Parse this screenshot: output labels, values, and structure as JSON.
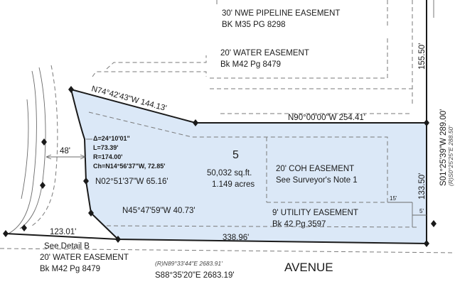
{
  "easements": {
    "pipeline": {
      "title": "30' NWE PIPELINE EASEMENT",
      "ref": "BK M35 PG 8298"
    },
    "water_north": {
      "title": "20' WATER EASEMENT",
      "ref": "Bk M42 Pg 8479"
    },
    "coh": {
      "title": "20' COH EASEMENT",
      "note": "See Surveyor's Note 1"
    },
    "utility": {
      "title": "9' UTILITY EASEMENT",
      "ref": "Bk 42 Pg 3597"
    },
    "water_south": {
      "title": "20' WATER EASEMENT",
      "ref": "Bk M42 Pg 8479"
    }
  },
  "lot": {
    "number": "5",
    "area_sqft": "50,032 sq.ft.",
    "area_acres": "1.149 acres"
  },
  "bearings": {
    "north_diag": "N74°42'43\"W 144.13'",
    "north_main": "N90°00'00\"W 254.41'",
    "west_upper": "N02°51'37\"W 65.16'",
    "west_lower": "N45°47'59\"W 40.73'",
    "east_main": "S01°25'39\"W 289.00'",
    "east_record": "(R)S0°25'25\"E 288.50'",
    "east_155": "155.50'",
    "east_133": "133.50'",
    "south_lot": "338.96'",
    "south_west": "123.01'",
    "road_width": "48'",
    "avenue_bearing": "S88°35'20\"E 2683.19'",
    "avenue_record": "(R)N89°33'44\"E 2683.91'",
    "dim_15": "15'",
    "dim_5": "5'"
  },
  "curve": {
    "delta": "Δ=24°10'01\"",
    "length": "L=73.39'",
    "radius": "R=174.00'",
    "chord": "Ch=N14°56'37\"W, 72.85'"
  },
  "street": {
    "name": "AVENUE"
  },
  "detail_ref": "See Detail B",
  "colors": {
    "lot_fill": "#dbe8f7",
    "line": "#1a1a1a",
    "easement_line": "#7a7a7a"
  }
}
